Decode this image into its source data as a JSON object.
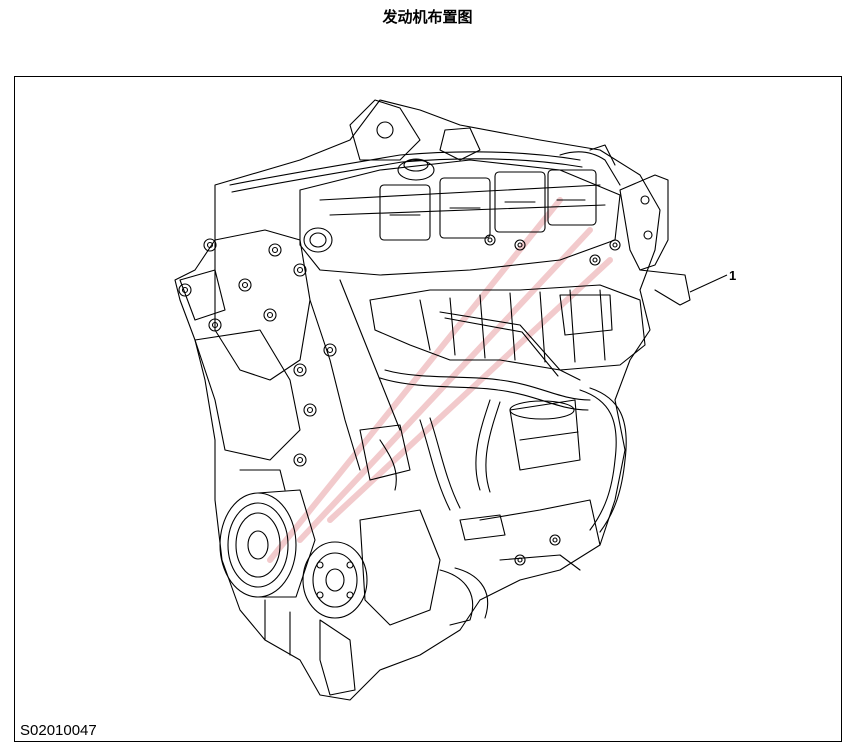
{
  "header": {
    "title": "发动机布置图"
  },
  "figure": {
    "id": "S02010047",
    "callouts": [
      {
        "number": "1"
      }
    ],
    "icon": "engine-line-drawing"
  },
  "colors": {
    "line": "#000000",
    "watermark": "#e8a0a4"
  }
}
